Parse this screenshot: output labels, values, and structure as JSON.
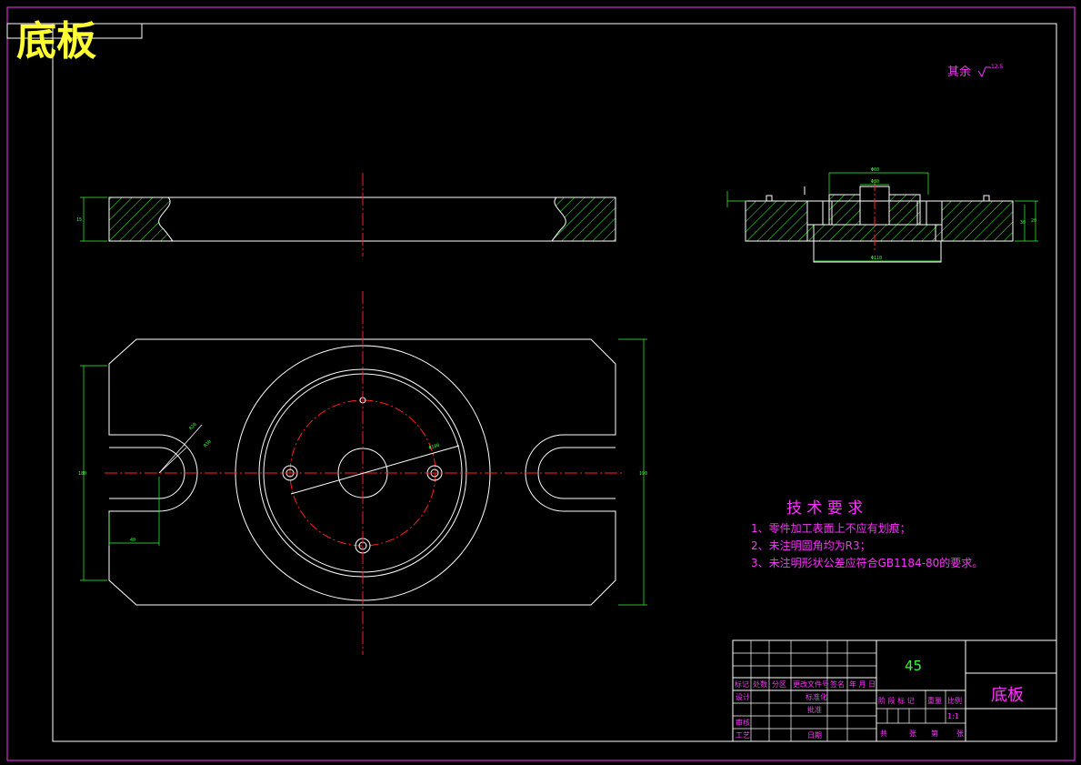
{
  "drawing_title": "底板",
  "surface_note": {
    "label": "其余",
    "value": "12.5"
  },
  "tech_requirements": {
    "heading": "技 术 要 求",
    "items": [
      "1、零件加工表面上不应有划痕；",
      "2、未注明圆角均为R3；",
      "3、未注明形状公差应符合GB1184-80的要求。"
    ]
  },
  "title_block": {
    "material": "45",
    "part_name": "底板",
    "revision_headers": [
      "标记",
      "处数",
      "分区",
      "更改文件号",
      "签名",
      "年 月 日"
    ],
    "row_labels": [
      "设计",
      "审核",
      "工艺"
    ],
    "mid_labels": [
      "标准化",
      "批准",
      "日期"
    ],
    "info_headers": [
      "阶 段 标 记",
      "重量",
      "比例"
    ],
    "scale": "1:1",
    "sheet_info": [
      "共",
      "张",
      "第",
      "张"
    ]
  },
  "dimensions": {
    "plan_width": "190",
    "plan_height": "180",
    "slot_offset": "40",
    "slot_radius": "R20",
    "slot_radius2": "R30",
    "bolt_circle": "Φ100",
    "side_thickness": "15",
    "sec_top": "Φ60",
    "sec_inner": "Φ30",
    "sec_bottom": "Φ110",
    "sec_height": "20",
    "sec_height2": "30"
  },
  "colors": {
    "outline": "#ffffff",
    "border": "#ff33ff",
    "centerline": "#ff2020",
    "dimension": "#33ff33",
    "hatch": "#33ff33",
    "title": "#ffff33",
    "text": "#ff33ff"
  }
}
